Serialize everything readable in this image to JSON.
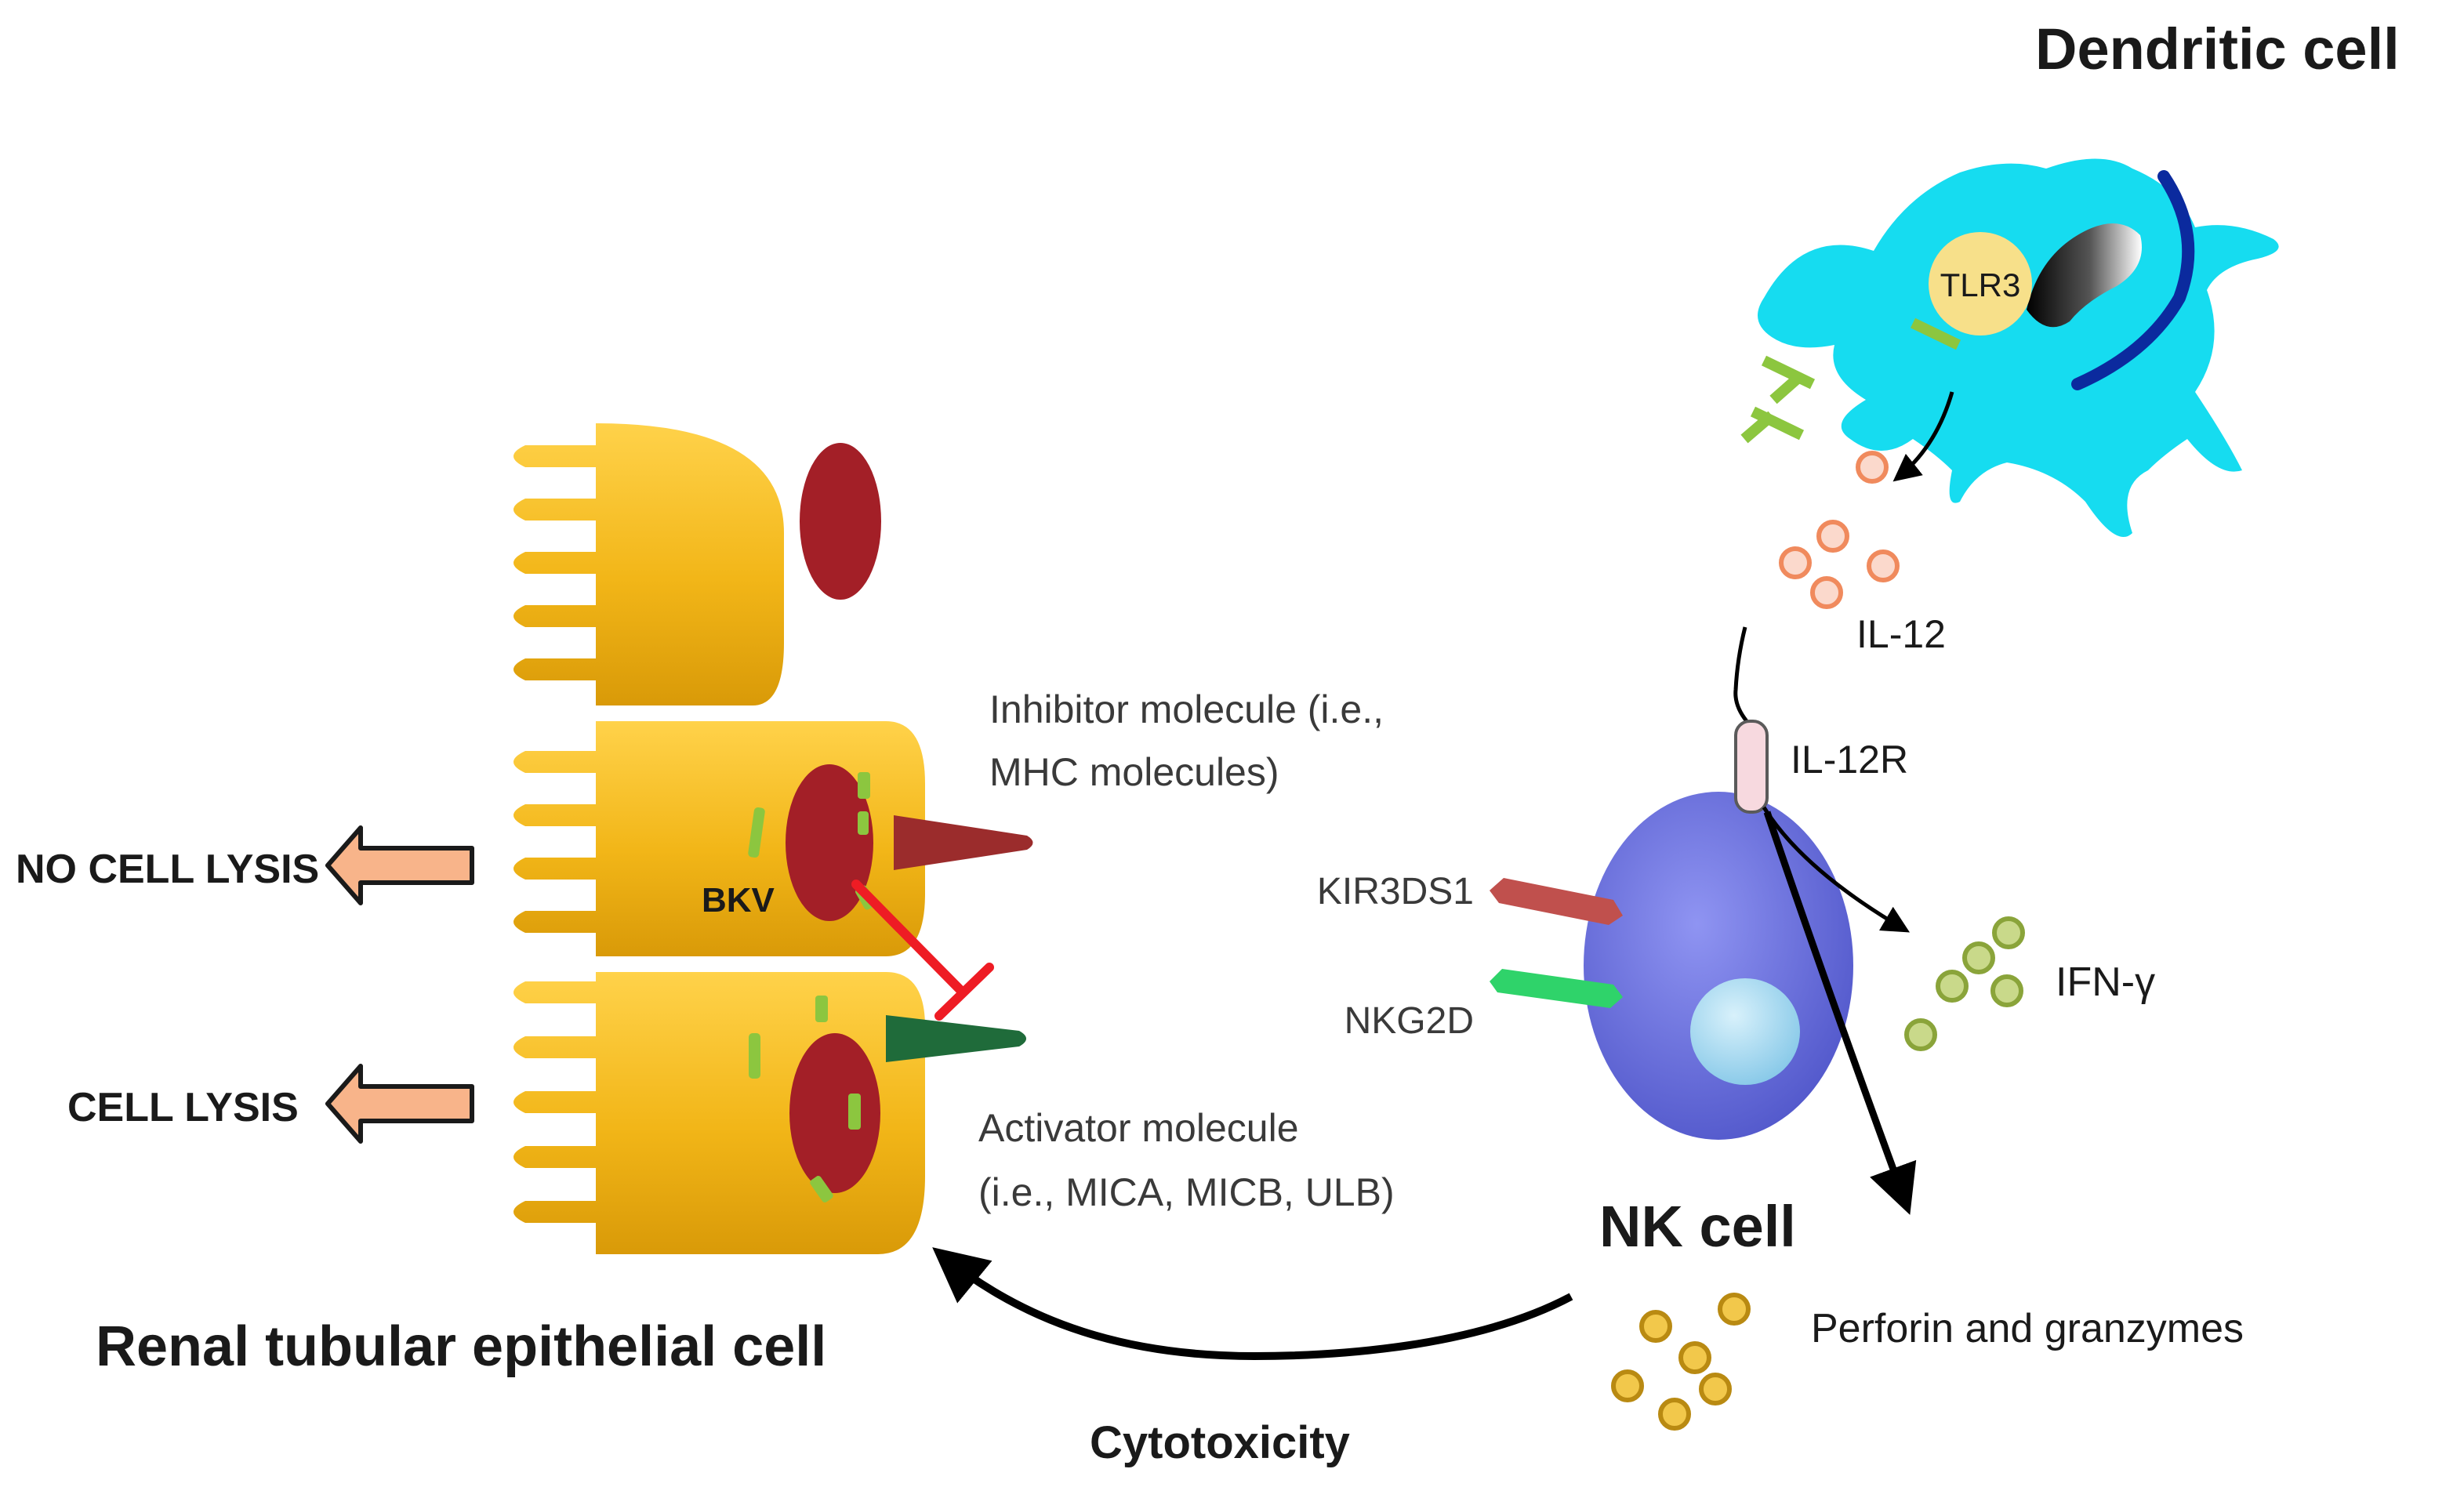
{
  "labels": {
    "dendritic_cell": "Dendritic cell",
    "tlr3": "TLR3",
    "il12": "IL-12",
    "il12r": "IL-12R",
    "inhibitor_line1": "Inhibitor molecule (i.e.,",
    "inhibitor_line2": "MHC molecules)",
    "activator_line1": "Activator molecule",
    "activator_line2": "(i.e., MICA, MICB, ULB)",
    "kir3ds1": "KIR3DS1",
    "nkg2d": "NKG2D",
    "ifn_gamma": "IFN-γ",
    "nk_cell": "NK cell",
    "perforin": "Perforin and granzymes",
    "bkv": "BKV",
    "no_cell_lysis": "NO CELL LYSIS",
    "cell_lysis": "CELL LYSIS",
    "renal_cell": "Renal tubular epithelial cell",
    "cytotoxicity": "Cytotoxicity"
  },
  "colors": {
    "epithelial_cell": "#f2b618",
    "nucleus": "#a31f27",
    "virus": "#8cc63f",
    "inhibitor": "#9b2c2c",
    "activator": "#1f6b3a",
    "inhibition_bar": "#ee1c24",
    "dendritic_cell": "#16dcf0",
    "dendritic_dark": "#0b2a9e",
    "tlr3": "#f7e08a",
    "il12_particle": "#f4a07a",
    "nk_cell": "#6f75e6",
    "nk_nucleus": "#a9dcf2",
    "kir3ds1": "#c0504d",
    "nkg2d": "#2fd36a",
    "ifn_particle": "#c9d98a",
    "perforin_particle": "#f2c84b",
    "lysis_arrow": "#f8b48a"
  }
}
